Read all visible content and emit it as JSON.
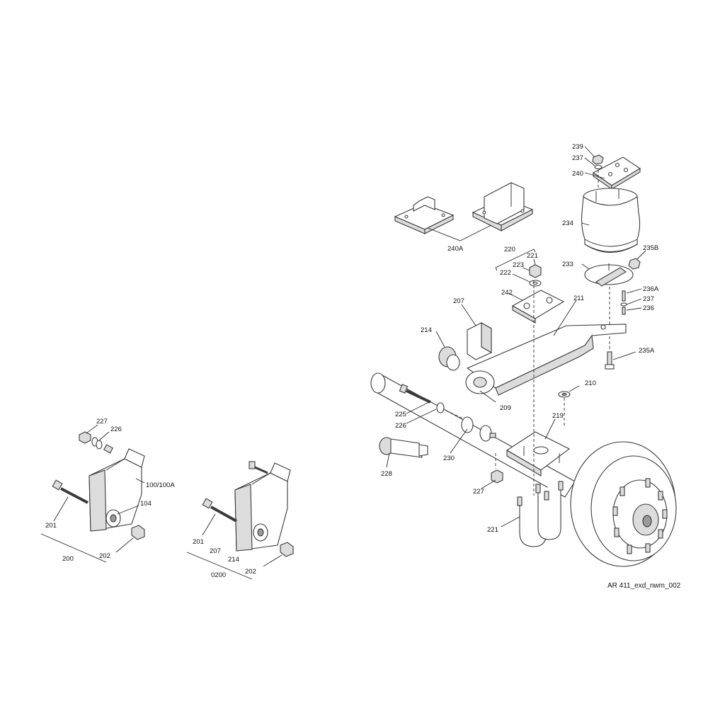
{
  "drawing_ref": "AR 411_exd_nwm_002",
  "labels": {
    "l239": "239",
    "l237a": "237",
    "l240": "240",
    "l234": "234",
    "l235b": "235B",
    "l233": "233",
    "l236a": "236A",
    "l237b": "237",
    "l236": "236",
    "l235a": "235A",
    "l240a": "240A",
    "l220": "220",
    "l221a": "221",
    "l223": "223",
    "l222": "222",
    "l242": "242",
    "l207a": "207",
    "l211": "211",
    "l214a": "214",
    "l209": "209",
    "l210": "210",
    "l225": "225",
    "l226a": "226",
    "l219": "219",
    "l230": "230",
    "l228": "228",
    "l227a": "227",
    "l221b": "221",
    "l227b": "227",
    "l226b": "226",
    "l100": "100/100A",
    "l104": "104",
    "l201a": "201",
    "l200": "200",
    "l202a": "202",
    "l201b": "201",
    "l207b": "207",
    "l214b": "214",
    "l0200": "0200",
    "l202b": "202"
  },
  "colors": {
    "line": "#3a3a3a",
    "shade": "#dcdcdc",
    "text": "#111111"
  }
}
